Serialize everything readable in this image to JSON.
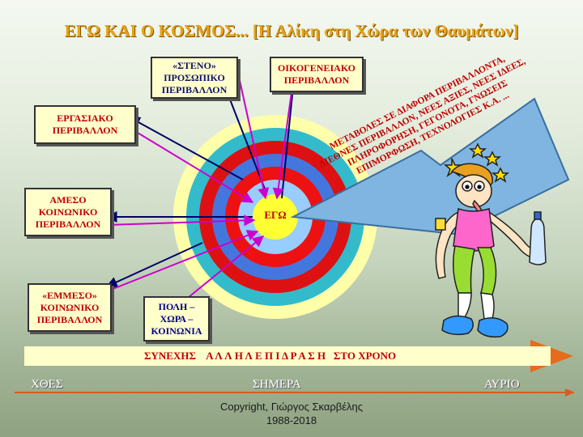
{
  "title": "ΕΓΩ ΚΑΙ Ο ΚΟΣΜΟΣ... [Η Αλίκη στη Χώρα των Θαυμάτων]",
  "center_label": "ΕΓΩ",
  "boxes": {
    "steno": [
      "«ΣΤΕΝΟ»",
      "ΠΡΟΣΩΠΙΚΟ",
      "ΠΕΡΙΒΑΛΛΟΝ"
    ],
    "oikogeneiako": [
      "ΟΙΚΟΓΕΝΕΙΑΚΟ",
      "ΠΕΡΙΒΑΛΛΟΝ"
    ],
    "ergasiako": [
      "ΕΡΓΑΣΙΑΚΟ",
      "ΠΕΡΙΒΑΛΛΟΝ"
    ],
    "ameso": [
      "ΑΜΕΣΟ",
      "ΚΟΙΝΩΝΙΚΟ",
      "ΠΕΡΙΒΑΛΛΟΝ"
    ],
    "emmeso": [
      "«ΕΜΜΕΣΟ»",
      "ΚΟΙΝΩΝΙΚΟ",
      "ΠΕΡΙΒΑΛΛΟΝ"
    ],
    "poli": [
      "ΠΟΛΗ –",
      "ΧΩΡΑ –",
      "ΚΟΙΝΩΝΙΑ"
    ]
  },
  "arrow_text": [
    "ΜΕΤΑΒΟΛΕΣ ΣΕ ΔΙΑΦΟΡΑ ΠΕΡΙΒΑΛΛΟΝΤΑ,",
    "ΔΙΕΘΝΕΣ ΠΕΡΙΒΑΛΛΟΝ, ΝΕΕΣ ΑΞΙΕΣ, ΝΕΕΣ ΙΔΕΕΣ,",
    "ΠΛΗΡΟΦΟΡΗΣΗ, ΓΕΓΟΝΟΤΑ, ΓΝΩΣΕΙΣ",
    "ΕΠΙΜΟΡΦΩΣΗ, ΤΕΧΝΟΛΟΓΙΕΣ Κ.Α. ..."
  ],
  "bar_text": "ΣΥΝΕΧΗΣ    Α Λ Λ Η Λ Ε Π Ι Δ Ρ Α Σ Η   ΣΤΟ ΧΡΟΝΟ",
  "timeline": {
    "past": "ΧΘΕΣ",
    "present": "ΣΗΜΕΡΑ",
    "future": "ΑΥΡΙΟ"
  },
  "copyright": [
    "Copyright, Γιώργος Σκαρβέλης",
    "1988-2018"
  ],
  "colors": {
    "rings": [
      "#ffffaa",
      "#33bbcc",
      "#dd1111",
      "#4477dd",
      "#ee1111",
      "#99ccff",
      "#ffff33"
    ],
    "title": "#e8a318",
    "box_fill": "#ffffcc",
    "big_arrow": "#7fb5e0",
    "bar_arrow": "#e86a1c"
  }
}
